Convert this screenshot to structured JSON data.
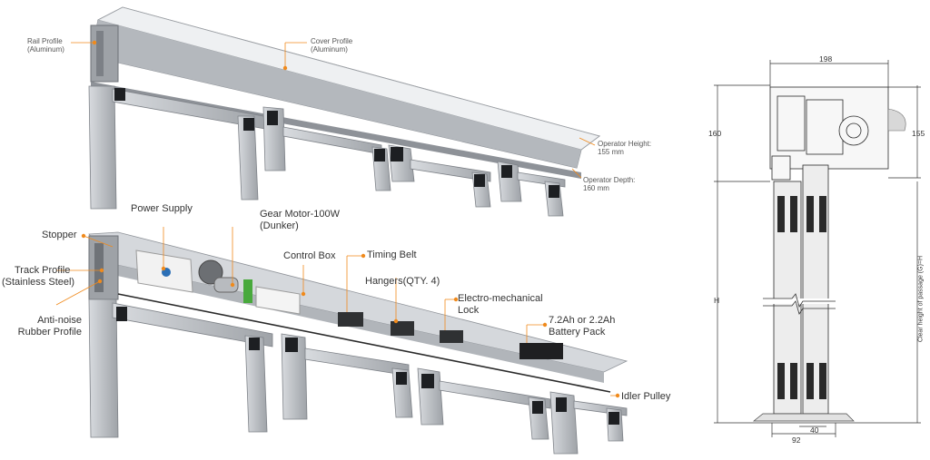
{
  "top_view": {
    "rail_profile": [
      "Rail Profile",
      "(Aluminum)"
    ],
    "cover_profile": [
      "Cover  Profile",
      "(Aluminum)"
    ],
    "operator_height": [
      "Operator Height:",
      "155 mm"
    ],
    "operator_depth": [
      "Operator Depth:",
      "160 mm"
    ]
  },
  "bottom_view": {
    "power_supply": "Power Supply",
    "gear_motor": [
      "Gear Motor-100W",
      "(Dunker)"
    ],
    "stopper": "Stopper",
    "track_profile": [
      "Track  Profile",
      "(Stainless Steel)"
    ],
    "control_box": "Control Box",
    "timing_belt": "Timing Belt",
    "hangers": "Hangers(QTY. 4)",
    "electro_lock": [
      "Electro-mechanical",
      "Lock"
    ],
    "anti_noise": [
      "Anti-noise",
      "Rubber Profile"
    ],
    "battery_pack": [
      "7.2Ah or 2.2Ah",
      "Battery Pack"
    ],
    "idler_pulley": "Idler Pulley"
  },
  "section_drawing": {
    "dim_width": "198",
    "dim_left_height": "160",
    "dim_right_height": "155",
    "dim_h": "H",
    "dim_clear_height": "Clear height of passage (G)=H",
    "dim_bottom_inner": "40",
    "dim_bottom_outer": "92"
  },
  "colors": {
    "callout": "#f08a1c",
    "aluminum": "#c9ccd0",
    "dark": "#3a3a3a"
  }
}
